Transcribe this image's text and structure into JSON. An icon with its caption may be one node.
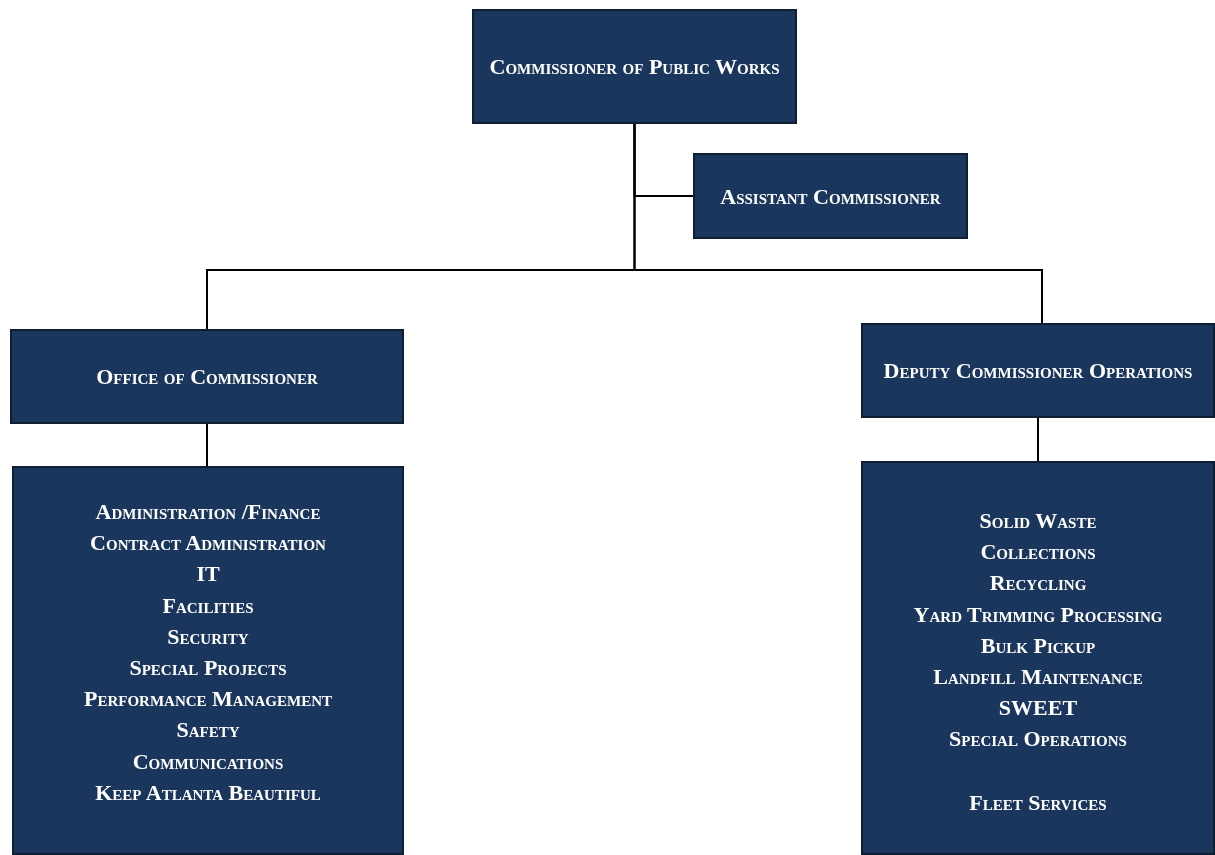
{
  "diagram": {
    "nodes": [
      {
        "text": [
          "Commissioner of Public Works"
        ]
      },
      {
        "text": [
          "Assistant Commissioner"
        ]
      },
      {
        "text": [
          "Office of Commissioner"
        ]
      },
      {
        "text": [
          "Deputy Commissioner Operations"
        ]
      },
      {
        "text": [
          "Administration /Finance",
          "Contract Administration",
          "IT",
          "Facilities",
          "Security",
          "Special Projects",
          "Performance Management",
          "Safety",
          "Communications",
          "Keep Atlanta Beautiful"
        ]
      },
      {
        "text": [
          "Solid Waste",
          "Collections",
          "Recycling",
          "Yard Trimming Processing",
          "Bulk Pickup",
          "Landfill Maintenance",
          "SWEET",
          "Special Operations",
          "Fleet Services"
        ]
      }
    ],
    "edges": [
      {
        "from": 0,
        "to": 1,
        "arrow": "none"
      },
      {
        "from": 0,
        "to": 2,
        "arrow": "none"
      },
      {
        "from": 0,
        "to": 3,
        "arrow": "none"
      },
      {
        "from": 2,
        "to": 4,
        "arrow": "none"
      },
      {
        "from": 3,
        "to": 5,
        "arrow": "none"
      }
    ]
  }
}
